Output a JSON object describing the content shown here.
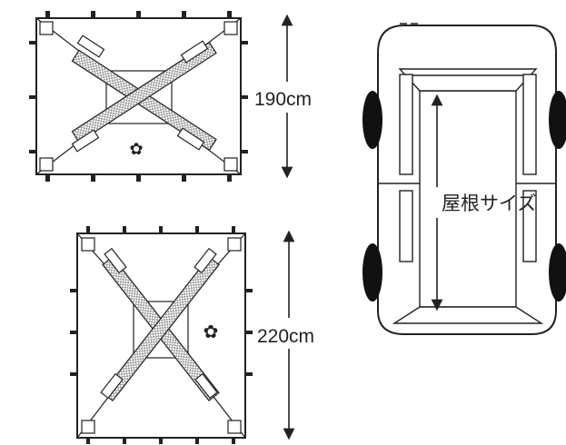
{
  "labels": {
    "tarp_small_size": "190cm",
    "tarp_large_size": "220cm",
    "roof_size": "屋根サイズ"
  },
  "colors": {
    "line": "#222222",
    "hatch": "#999999",
    "wheel": "#111111"
  },
  "icons": {
    "logo": "maple-leaf-icon",
    "arrow": "double-arrow-icon"
  }
}
